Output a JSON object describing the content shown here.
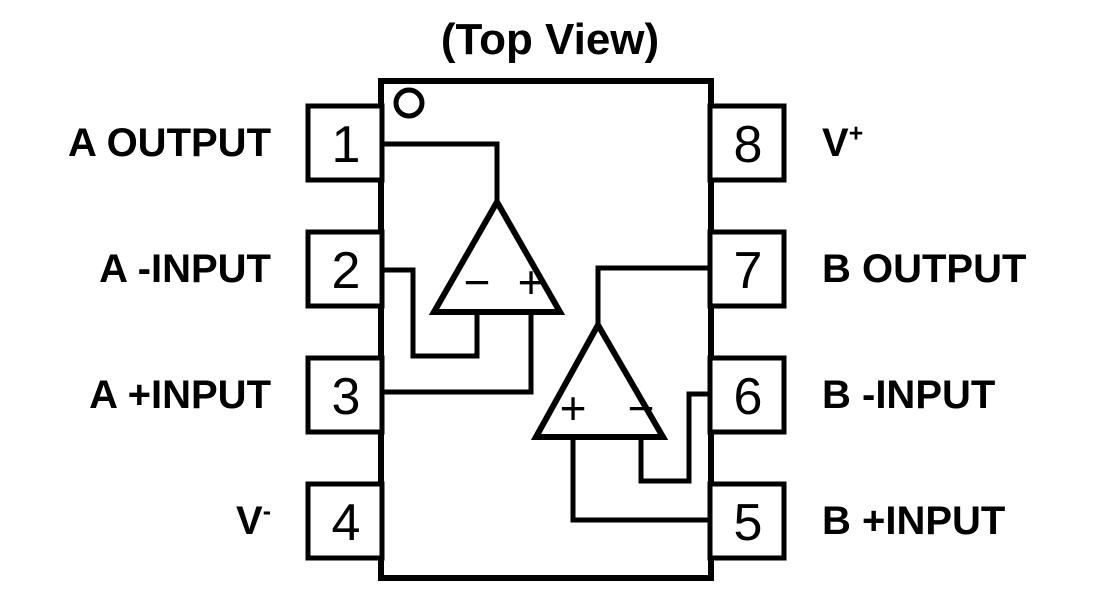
{
  "title": "(Top View)",
  "package": {
    "type": "8-pin dual op-amp package pinout",
    "view": "Top View",
    "pin_count": 8,
    "orientation_marker": "pin-1-dot"
  },
  "pins_left": [
    {
      "number": "1",
      "label": "A OUTPUT",
      "label_plain": "A OUTPUT",
      "function": "output",
      "channel": "A"
    },
    {
      "number": "2",
      "label": "A -INPUT",
      "label_plain": "A -INPUT",
      "function": "inverting-input",
      "channel": "A"
    },
    {
      "number": "3",
      "label": "A +INPUT",
      "label_plain": "A +INPUT",
      "function": "noninverting-input",
      "channel": "A"
    },
    {
      "number": "4",
      "label": "V",
      "label_sup": "-",
      "label_plain": "V-",
      "function": "negative-supply",
      "channel": ""
    }
  ],
  "pins_right": [
    {
      "number": "8",
      "label": "V",
      "label_sup": "+",
      "label_plain": "V+",
      "function": "positive-supply",
      "channel": ""
    },
    {
      "number": "7",
      "label": "B OUTPUT",
      "label_plain": "B OUTPUT",
      "function": "output",
      "channel": "B"
    },
    {
      "number": "6",
      "label": "B -INPUT",
      "label_plain": "B -INPUT",
      "function": "inverting-input",
      "channel": "B"
    },
    {
      "number": "5",
      "label": "B +INPUT",
      "label_plain": "B +INPUT",
      "function": "noninverting-input",
      "channel": "B"
    }
  ],
  "amplifiers": [
    {
      "name": "A",
      "left_terminal_symbol": "−",
      "right_terminal_symbol": "+",
      "output_pin": "1",
      "inverting_pin": "2",
      "noninverting_pin": "3"
    },
    {
      "name": "B",
      "left_terminal_symbol": "+",
      "right_terminal_symbol": "−",
      "output_pin": "7",
      "inverting_pin": "6",
      "noninverting_pin": "5"
    }
  ],
  "colors": {
    "line": "#000000",
    "background": "#ffffff",
    "text": "#000000"
  }
}
